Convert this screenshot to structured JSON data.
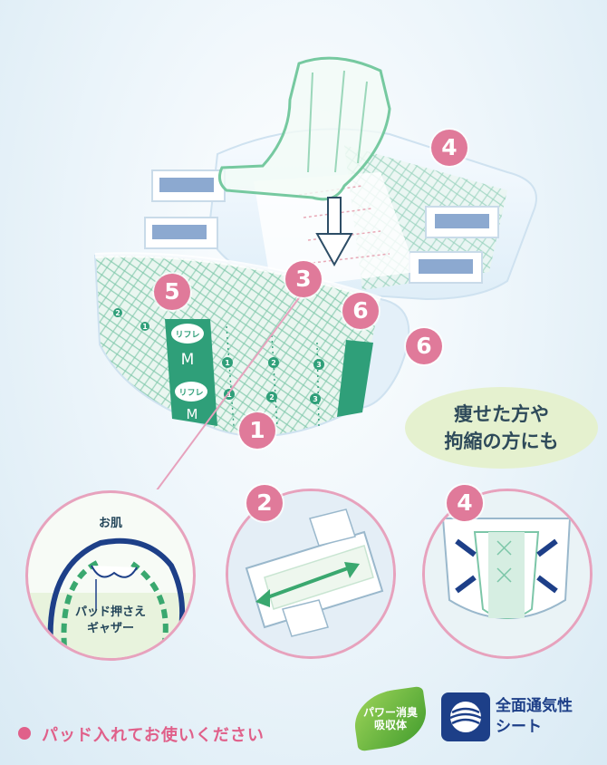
{
  "hero": {
    "markers": {
      "m1": "1",
      "m3": "3",
      "m4": "4",
      "m5": "5",
      "m6a": "6",
      "m6b": "6"
    },
    "brand_mark": "リフレ",
    "size_mark": "M",
    "gauge_digits": [
      "1",
      "2",
      "3"
    ]
  },
  "callout": {
    "line1": "痩せた方や",
    "line2": "拘縮の方にも"
  },
  "detail_circles": {
    "skin": {
      "title": "お肌",
      "caption_line1": "パッド押さえ",
      "caption_line2": "ギャザー"
    },
    "stretch": {
      "marker": "2"
    },
    "fit": {
      "marker": "4"
    }
  },
  "footer": {
    "note": "パッド入れてお使いください",
    "badge_leaf_line1": "パワー消臭",
    "badge_leaf_line2": "吸収体",
    "breathable_line1": "全面通気性",
    "breathable_line2": "シート"
  },
  "colors": {
    "accent_pink": "#e07a9a",
    "brand_green": "#2f9f79",
    "navy": "#1d3f88"
  }
}
